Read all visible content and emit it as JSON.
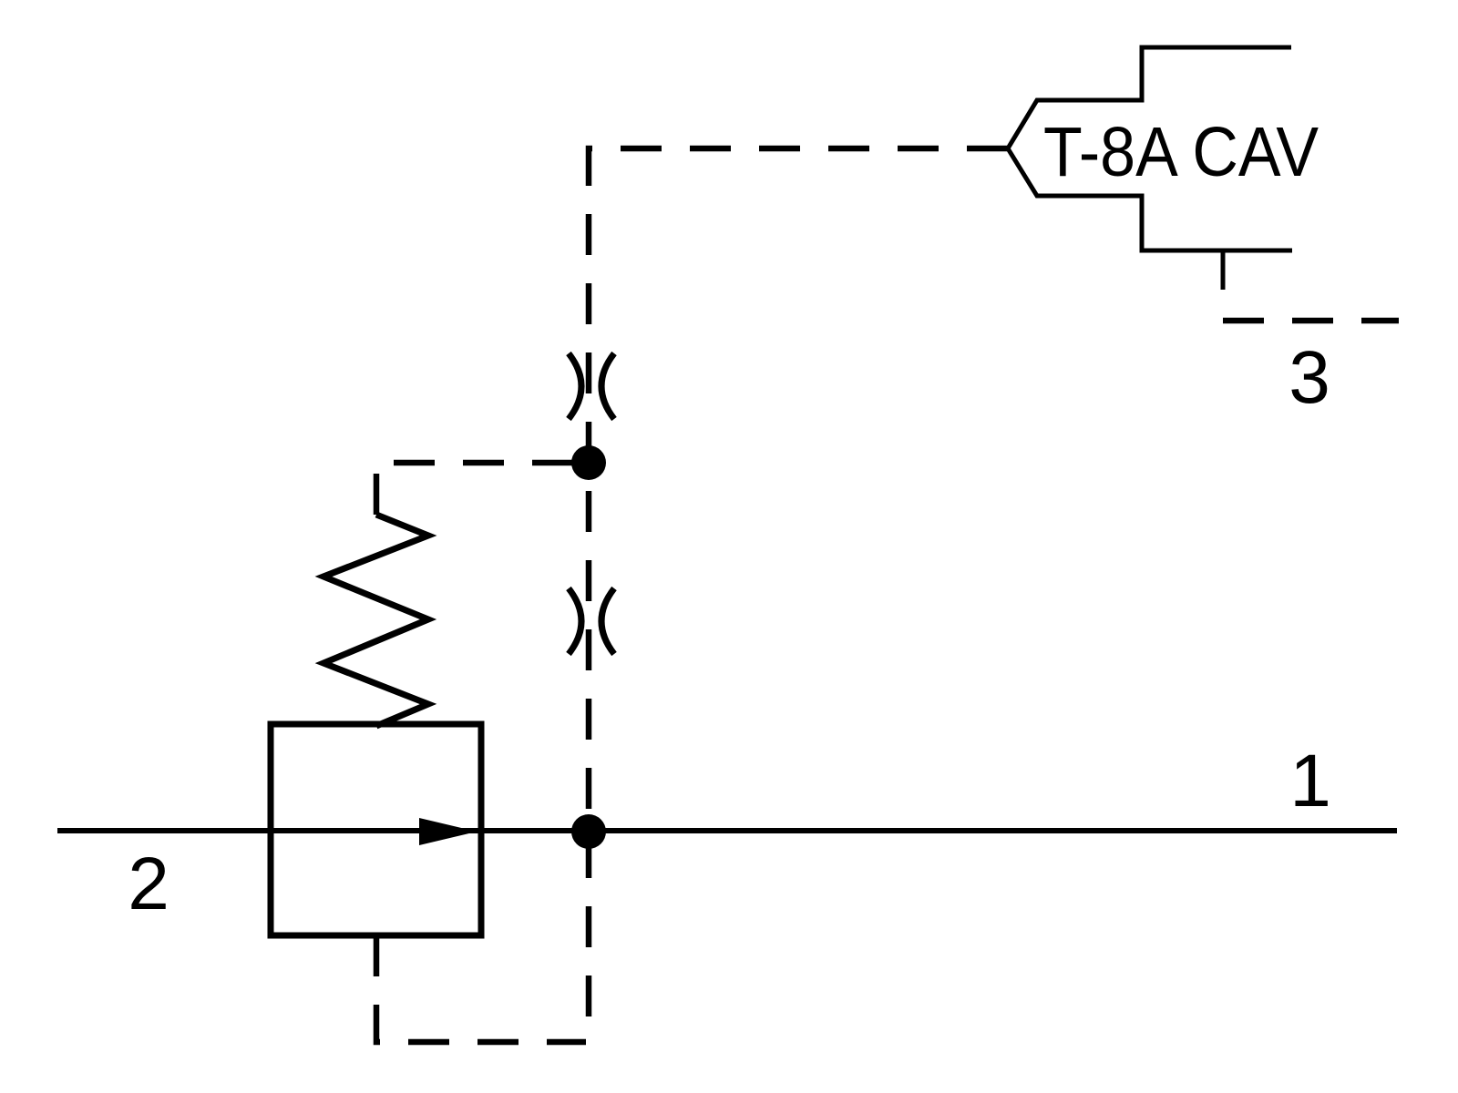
{
  "colors": {
    "ink": "#000000",
    "background": "#ffffff"
  },
  "labels": {
    "cavity": "T-8A CAV",
    "port_1": "1",
    "port_2": "2",
    "port_3": "3"
  },
  "icons": {
    "valve_body": "square-envelope",
    "flow_arrow": "right-arrow",
    "spring": "zigzag-spring",
    "orifice": "opposed-arcs-restriction",
    "junction": "filled-dot",
    "pilot_line": "dashed-line",
    "cavity_callout": "stepped-flag-pointer"
  }
}
